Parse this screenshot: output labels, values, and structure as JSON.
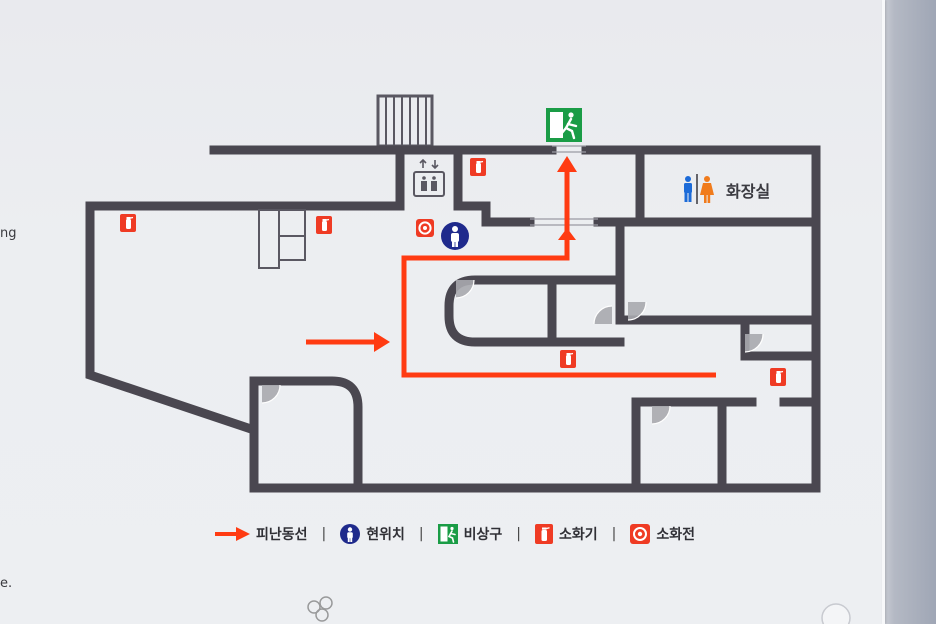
{
  "rooms": {
    "restroom_label": "화장실"
  },
  "side_text": {
    "left_fragment": "ng",
    "bottom_fragment": "e."
  },
  "legend": [
    {
      "icon": "evacuation-route-arrow-icon",
      "label": "피난동선"
    },
    {
      "icon": "current-location-icon",
      "label": "현위치"
    },
    {
      "icon": "emergency-exit-icon",
      "label": "비상구"
    },
    {
      "icon": "fire-extinguisher-icon",
      "label": "소화기"
    },
    {
      "icon": "fire-hydrant-icon",
      "label": "소화전"
    }
  ],
  "colors": {
    "wall": "#4a4750",
    "route": "#ff3b12",
    "location": "#1f2a8c",
    "exit": "#1a9c46",
    "extinguisher": "#ef3b24",
    "restroom_male": "#1c6bd8",
    "restroom_female": "#f07b1c"
  }
}
